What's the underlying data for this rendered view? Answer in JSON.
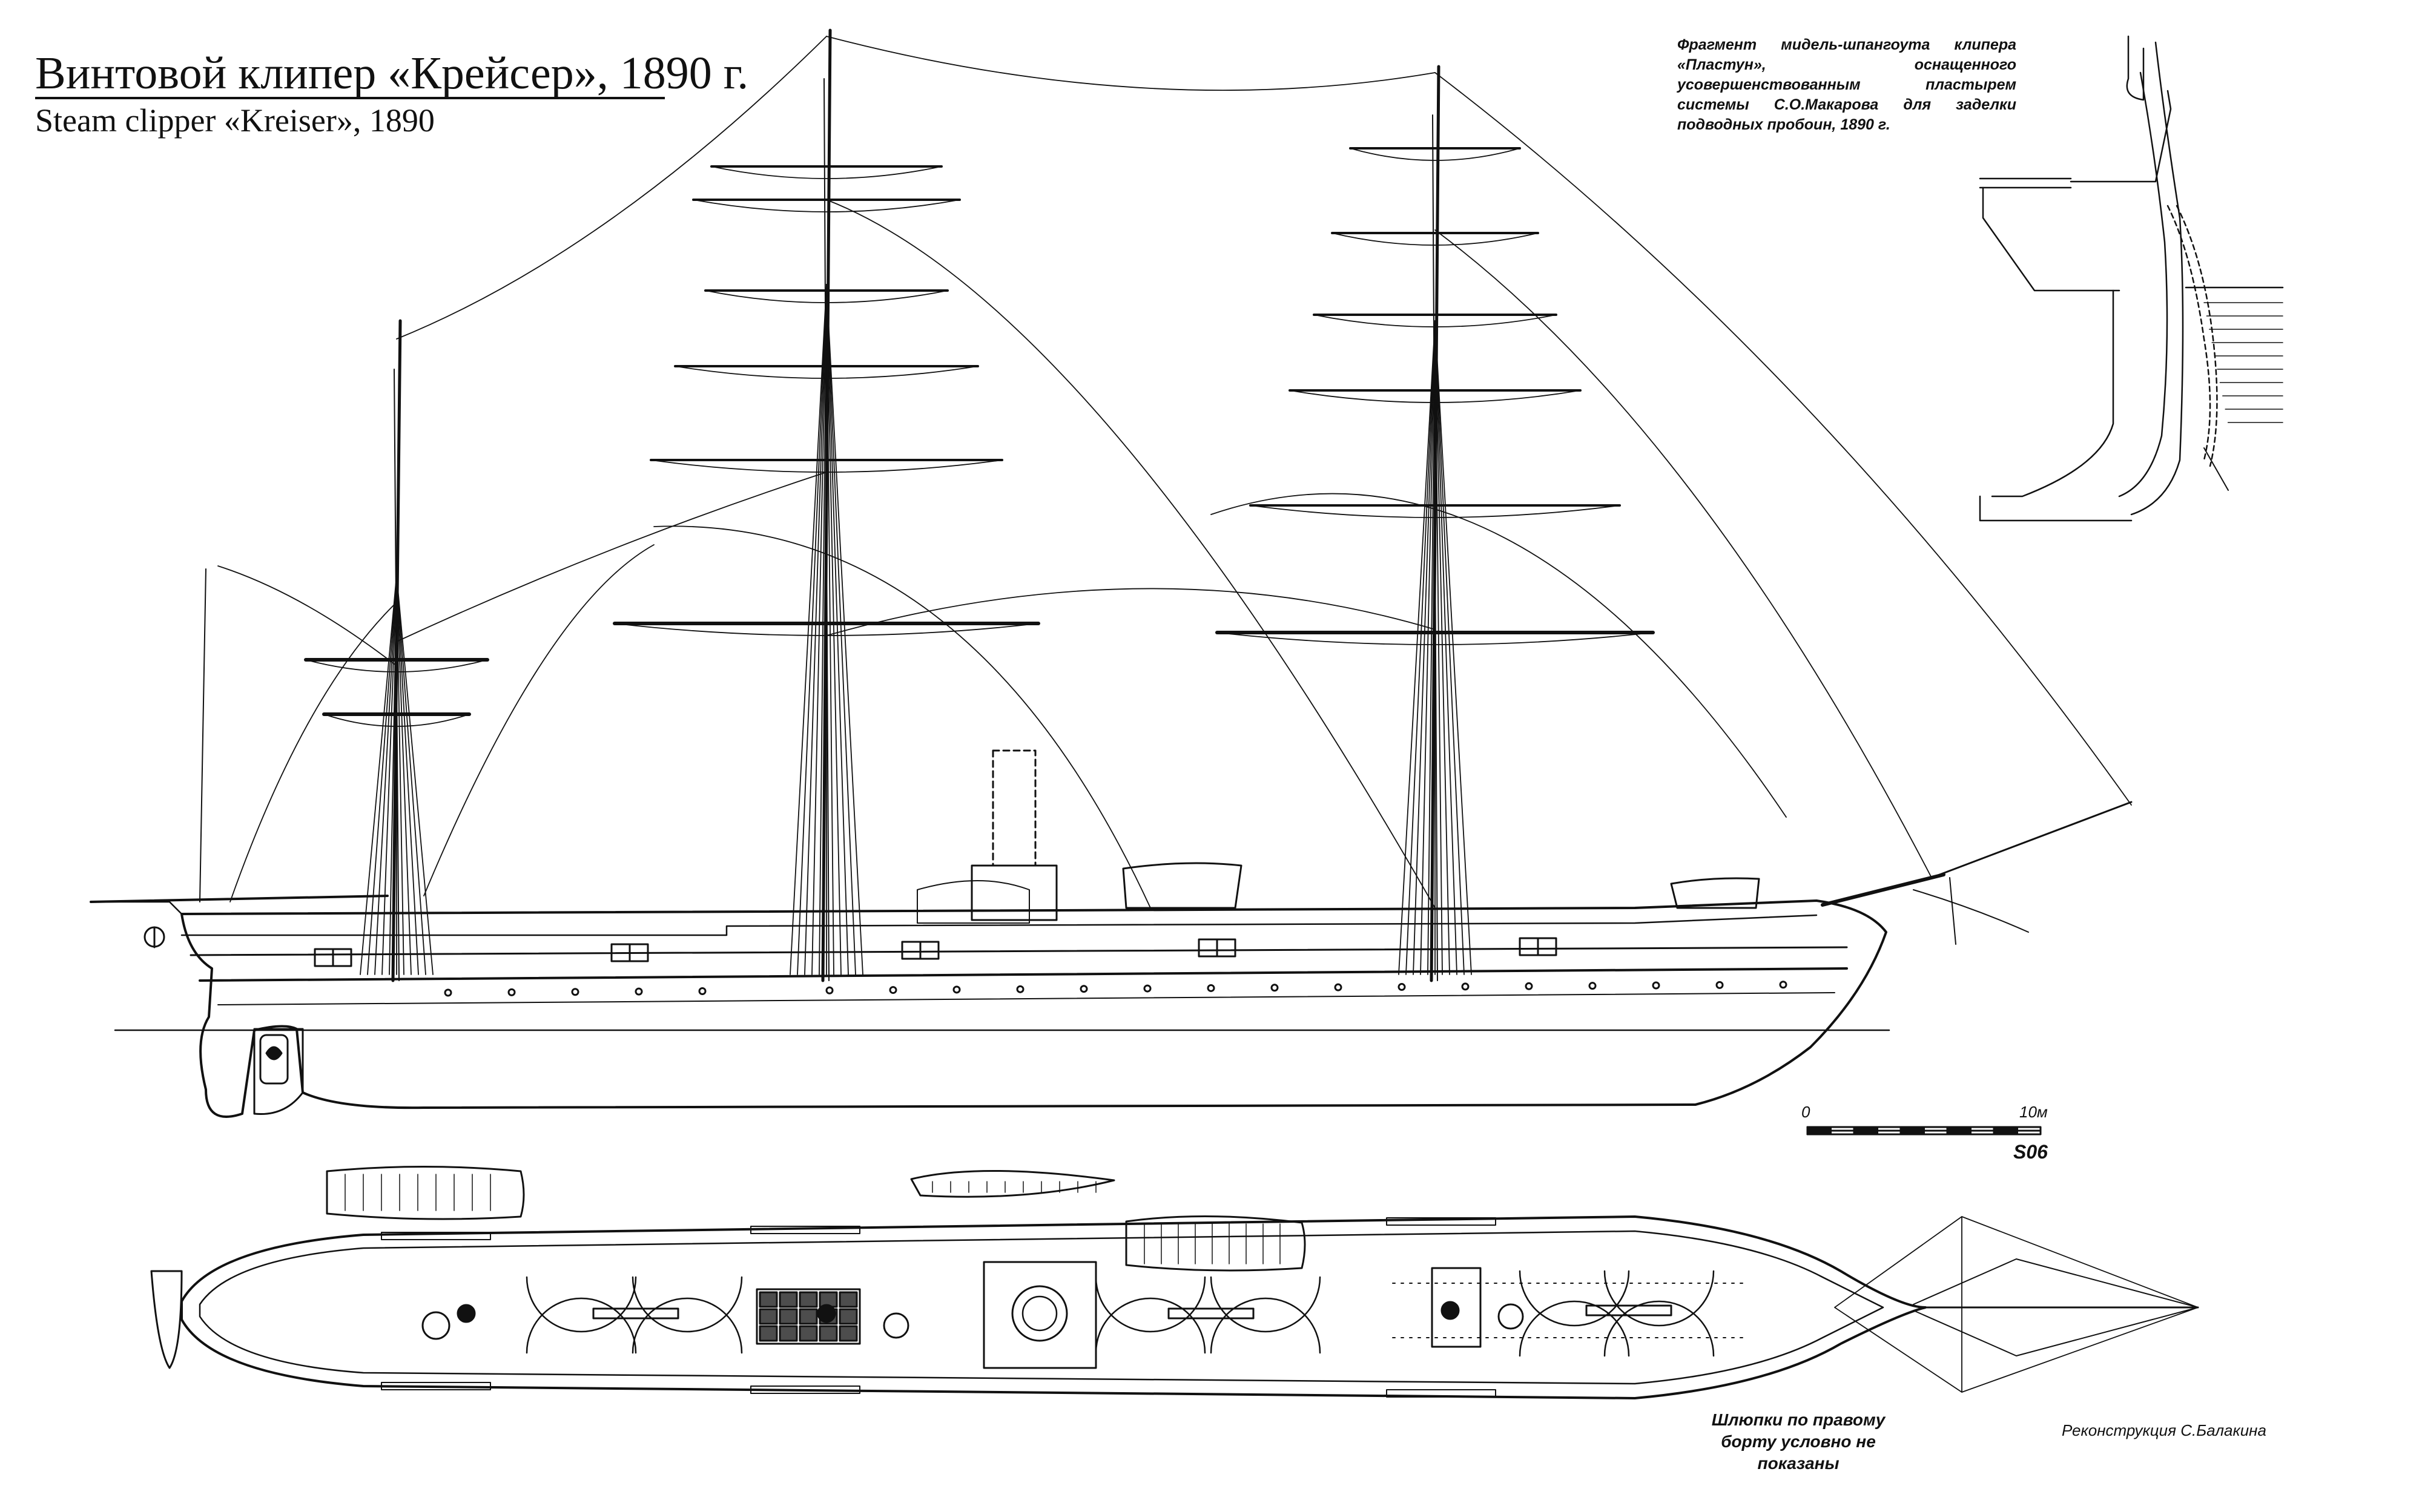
{
  "title": {
    "ru": "Винтовой клипер «Крейсер», 1890 г.",
    "en": "Steam clipper «Kreiser», 1890"
  },
  "note_midship": "Фрагмент мидель-шпангоута клипера «Пластун», оснащенного усовершенствованным пластырем системы С.О.Макарова для заделки подводных пробоин, 1890 г.",
  "note_boats": "Шлюпки по правому борту условно не показаны",
  "credit": "Реконструкция С.Балакина",
  "scale": {
    "start_label": "0",
    "end_label": "10м"
  },
  "drawing_id": "S06",
  "colors": {
    "ink": "#111111",
    "paper": "#ffffff",
    "sea": "#444444"
  },
  "icons": [
    "anchor-icon",
    "ship-wheel-icon",
    "funnel-icon"
  ]
}
